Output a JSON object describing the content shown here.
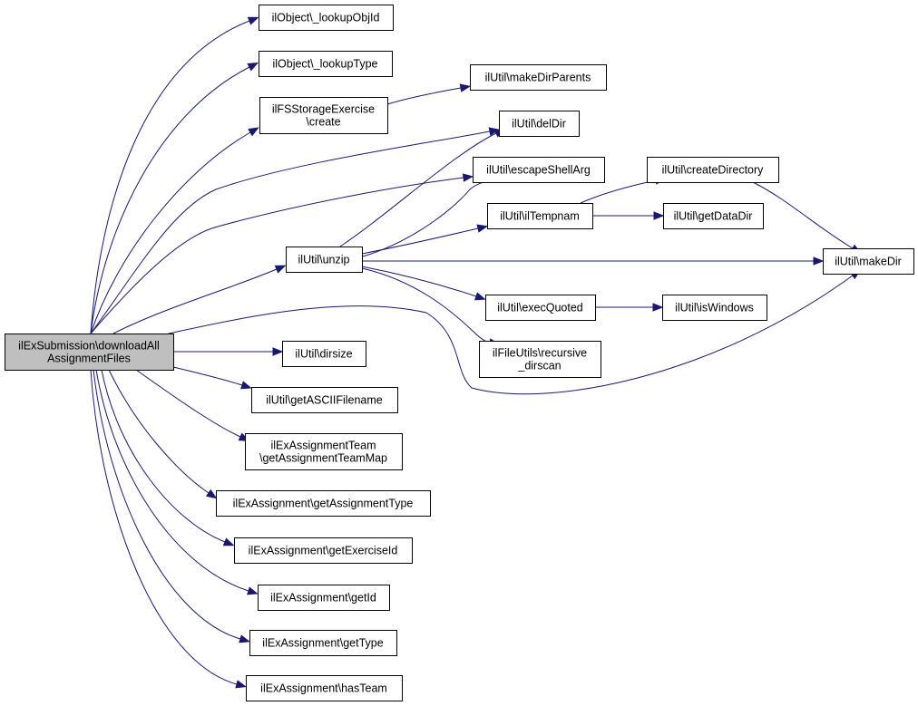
{
  "graph": {
    "root": {
      "id": "root",
      "lines": [
        "ilExSubmission\\downloadAll",
        "AssignmentFiles"
      ]
    },
    "nodes": [
      {
        "id": "lookupObjId",
        "lines": [
          "ilObject\\_lookupObjId"
        ]
      },
      {
        "id": "lookupType",
        "lines": [
          "ilObject\\_lookupType"
        ]
      },
      {
        "id": "fsCreate",
        "lines": [
          "ilFSStorageExercise",
          "\\create"
        ]
      },
      {
        "id": "makeDirParents",
        "lines": [
          "ilUtil\\makeDirParents"
        ]
      },
      {
        "id": "delDir",
        "lines": [
          "ilUtil\\delDir"
        ]
      },
      {
        "id": "escapeShellArg",
        "lines": [
          "ilUtil\\escapeShellArg"
        ]
      },
      {
        "id": "createDirectory",
        "lines": [
          "ilUtil\\createDirectory"
        ]
      },
      {
        "id": "ilTempnam",
        "lines": [
          "ilUtil\\ilTempnam"
        ]
      },
      {
        "id": "getDataDir",
        "lines": [
          "ilUtil\\getDataDir"
        ]
      },
      {
        "id": "unzip",
        "lines": [
          "ilUtil\\unzip"
        ]
      },
      {
        "id": "makeDir",
        "lines": [
          "ilUtil\\makeDir"
        ]
      },
      {
        "id": "execQuoted",
        "lines": [
          "ilUtil\\execQuoted"
        ]
      },
      {
        "id": "isWindows",
        "lines": [
          "ilUtil\\isWindows"
        ]
      },
      {
        "id": "recursiveDirscan",
        "lines": [
          "ilFileUtils\\recursive",
          "_dirscan"
        ]
      },
      {
        "id": "dirsize",
        "lines": [
          "ilUtil\\dirsize"
        ]
      },
      {
        "id": "getASCIIFilename",
        "lines": [
          "ilUtil\\getASCIIFilename"
        ]
      },
      {
        "id": "teamMap",
        "lines": [
          "ilExAssignmentTeam",
          "\\getAssignmentTeamMap"
        ]
      },
      {
        "id": "getAssignmentType",
        "lines": [
          "ilExAssignment\\getAssignmentType"
        ]
      },
      {
        "id": "getExerciseId",
        "lines": [
          "ilExAssignment\\getExerciseId"
        ]
      },
      {
        "id": "getId",
        "lines": [
          "ilExAssignment\\getId"
        ]
      },
      {
        "id": "getType",
        "lines": [
          "ilExAssignment\\getType"
        ]
      },
      {
        "id": "hasTeam",
        "lines": [
          "ilExAssignment\\hasTeam"
        ]
      }
    ],
    "edges": [
      {
        "from": "root",
        "to": "lookupObjId"
      },
      {
        "from": "root",
        "to": "lookupType"
      },
      {
        "from": "root",
        "to": "fsCreate"
      },
      {
        "from": "fsCreate",
        "to": "makeDirParents"
      },
      {
        "from": "root",
        "to": "delDir"
      },
      {
        "from": "root",
        "to": "escapeShellArg"
      },
      {
        "from": "root",
        "to": "unzip"
      },
      {
        "from": "unzip",
        "to": "delDir"
      },
      {
        "from": "unzip",
        "to": "escapeShellArg"
      },
      {
        "from": "unzip",
        "to": "ilTempnam"
      },
      {
        "from": "ilTempnam",
        "to": "createDirectory"
      },
      {
        "from": "ilTempnam",
        "to": "getDataDir"
      },
      {
        "from": "createDirectory",
        "to": "makeDir"
      },
      {
        "from": "unzip",
        "to": "makeDir"
      },
      {
        "from": "unzip",
        "to": "execQuoted"
      },
      {
        "from": "execQuoted",
        "to": "isWindows"
      },
      {
        "from": "unzip",
        "to": "recursiveDirscan"
      },
      {
        "from": "root",
        "to": "makeDir"
      },
      {
        "from": "root",
        "to": "dirsize"
      },
      {
        "from": "root",
        "to": "getASCIIFilename"
      },
      {
        "from": "root",
        "to": "teamMap"
      },
      {
        "from": "root",
        "to": "getAssignmentType"
      },
      {
        "from": "root",
        "to": "getExerciseId"
      },
      {
        "from": "root",
        "to": "getId"
      },
      {
        "from": "root",
        "to": "getType"
      },
      {
        "from": "root",
        "to": "hasTeam"
      }
    ]
  },
  "colors": {
    "edge": "#191970",
    "root_fill": "#bfbfbf",
    "node_fill": "#ffffff",
    "border": "#000000"
  }
}
